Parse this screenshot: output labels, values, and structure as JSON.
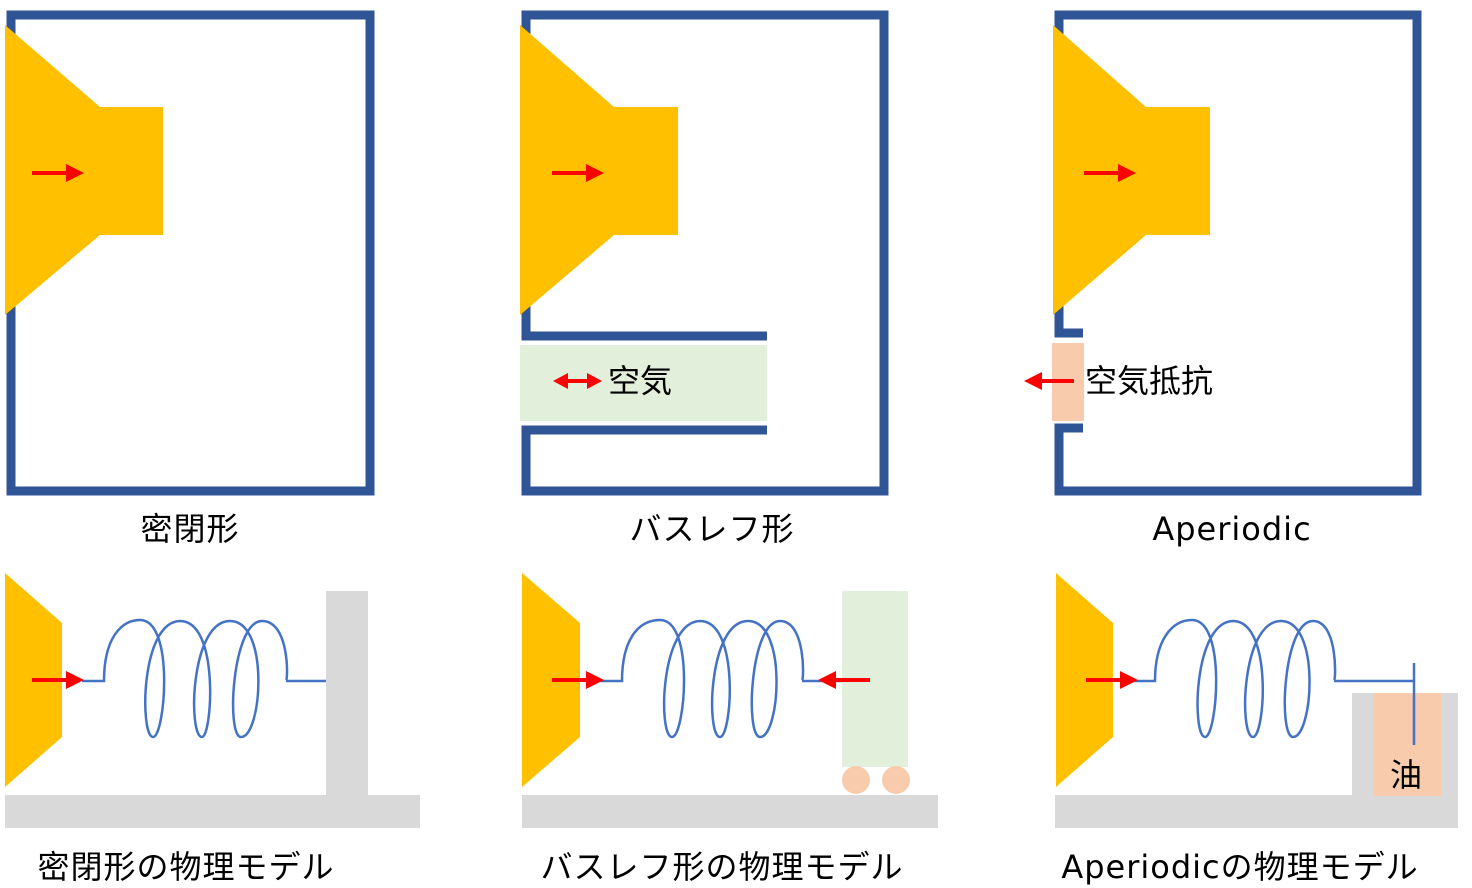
{
  "colors": {
    "box_border": "#2F5597",
    "speaker": "#FFC000",
    "arrow": "#FF0000",
    "air_port": "#E2EFDA",
    "resistance": "#F8CBAD",
    "spring": "#4472C4",
    "ground": "#D9D9D9",
    "roller": "#F8CBAD"
  },
  "diagrams": [
    {
      "caption": "密閉形",
      "inner_label": ""
    },
    {
      "caption": "バスレフ形",
      "inner_label": "空気"
    },
    {
      "caption": "Aperiodic",
      "inner_label": "空気抵抗"
    }
  ],
  "models": [
    {
      "caption": "密閉形の物理モデル",
      "inner_label": ""
    },
    {
      "caption": "バスレフ形の物理モデル",
      "inner_label": ""
    },
    {
      "caption": "Aperiodicの物理モデル",
      "inner_label": "油"
    }
  ]
}
